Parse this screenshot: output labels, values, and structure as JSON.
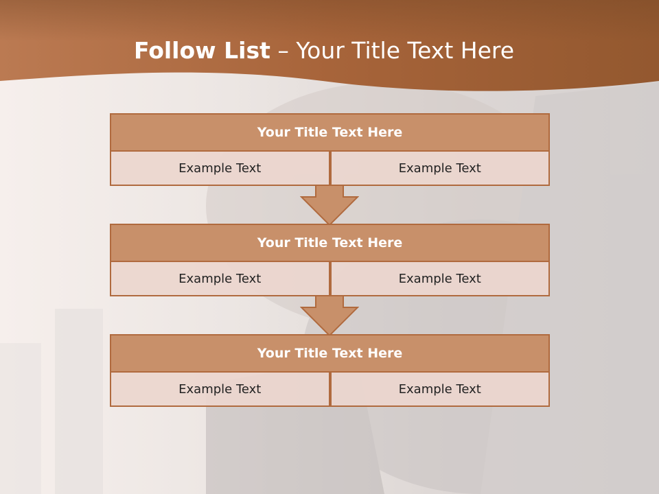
{
  "title": {
    "bold": "Follow List",
    "rest": " – Your Title Text Here"
  },
  "colors": {
    "header_band": "#a8663c",
    "block_header": "#c8906a",
    "block_border": "#b06a3e",
    "cell_fill": "#ebd6ce",
    "arrow_fill": "#c8906a"
  },
  "blocks": [
    {
      "title": "Your Title Text Here",
      "left": "Example Text",
      "right": "Example Text"
    },
    {
      "title": "Your Title Text Here",
      "left": "Example Text",
      "right": "Example Text"
    },
    {
      "title": "Your Title Text Here",
      "left": "Example Text",
      "right": "Example Text"
    }
  ]
}
